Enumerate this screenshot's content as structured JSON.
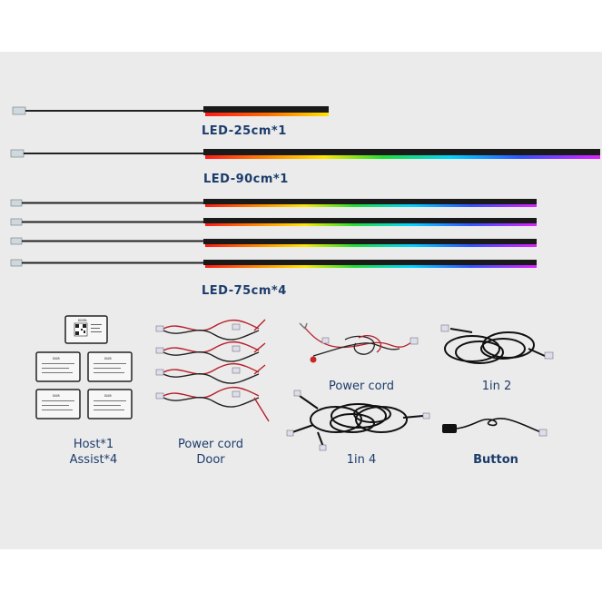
{
  "labels": {
    "led25": "LED-25cm*1",
    "led90": "LED-90cm*1",
    "led75": "LED-75cm*4",
    "host": "Host*1",
    "assist": "Assist*4",
    "power_cord_door_1": "Power cord",
    "power_cord_door_2": "Door",
    "power_cord": "Power cord",
    "one_in_two": "1in 2",
    "one_in_four": "1in 4",
    "button": "Button"
  },
  "box_labels": {
    "host_brand": "BOSMA",
    "assist_brand": "DOOR"
  },
  "colors": {
    "label_text": "#1c3c6b",
    "panel_bg": "#ebebeb",
    "strip_body": "#1a1a1a",
    "wire_red": "#b8202a",
    "wire_black": "#111111"
  }
}
